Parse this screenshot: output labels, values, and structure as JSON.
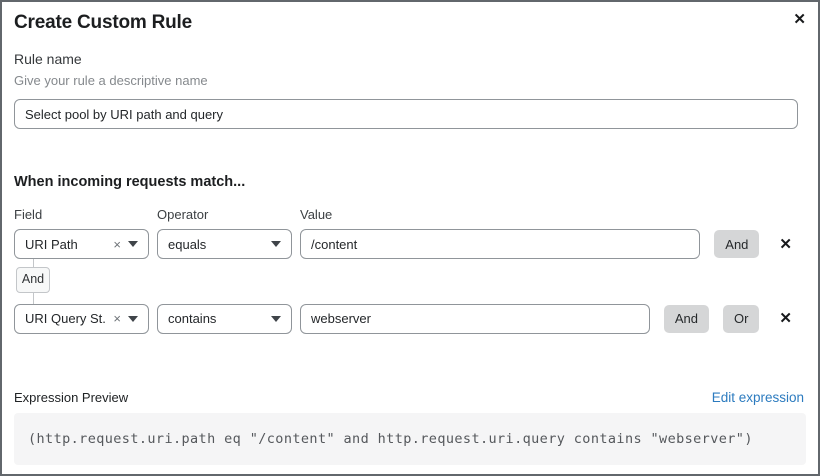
{
  "dialog": {
    "title": "Create Custom Rule"
  },
  "icons": {
    "close": "✕",
    "clear": "×",
    "remove": "✕"
  },
  "rule_name": {
    "label": "Rule name",
    "helper": "Give your rule a descriptive name",
    "value": "Select pool by URI path and query"
  },
  "match": {
    "heading": "When incoming requests match...",
    "columns": {
      "field": "Field",
      "operator": "Operator",
      "value": "Value"
    },
    "connector": "And",
    "conditions": [
      {
        "field": "URI Path",
        "operator": "equals",
        "value": "/content",
        "buttons": {
          "and": "And"
        }
      },
      {
        "field": "URI Query St...",
        "operator": "contains",
        "value": "webserver",
        "buttons": {
          "and": "And",
          "or": "Or"
        }
      }
    ]
  },
  "expression": {
    "label": "Expression Preview",
    "edit_link": "Edit expression",
    "code": "(http.request.uri.path eq \"/content\" and http.request.uri.query contains \"webserver\")"
  },
  "colors": {
    "dialog_border": "#62676c",
    "input_border": "#90959a",
    "button_gray": "#d5d6d7",
    "link_blue": "#2c7bbf",
    "code_bg": "#f5f5f6",
    "code_text": "#55585c"
  }
}
